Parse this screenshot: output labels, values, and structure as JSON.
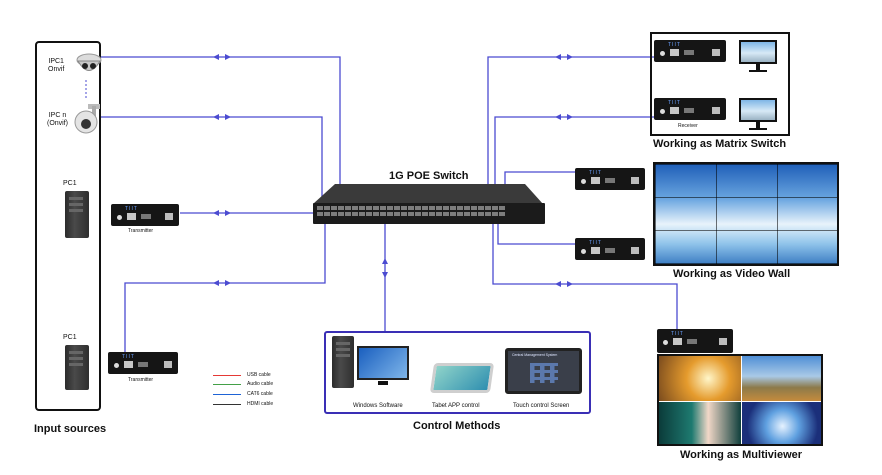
{
  "switch": {
    "title": "1G POE Switch"
  },
  "input": {
    "caption": "Input sources",
    "ipc1_label": "IPC1\nOnvif",
    "ipcn_label": "IPC n\n(Onvif)",
    "pc1_label": "PC1",
    "pc2_label": "PC1",
    "transmitter1": "Transmitter",
    "transmitter2": "Transmitter"
  },
  "legend": {
    "items": [
      {
        "label": "USB cable",
        "color": "#e53935"
      },
      {
        "label": "Audio cable",
        "color": "#43a047"
      },
      {
        "label": "CAT6 cable",
        "color": "#1e63d6"
      },
      {
        "label": "HDMI cable",
        "color": "#333333"
      }
    ]
  },
  "matrix": {
    "caption": "Working as Matrix Switch",
    "receiver": "Receiver"
  },
  "videowall": {
    "caption": "Working as Video Wall"
  },
  "multiviewer": {
    "caption": "Working as Multiviewer"
  },
  "control": {
    "caption": "Control Methods",
    "items": [
      {
        "label": "Windows Software"
      },
      {
        "label": "Tabet APP control"
      },
      {
        "label": "Touch control Screen"
      }
    ],
    "screen_title": "Central Management System"
  },
  "colors": {
    "link": "#4b4bd1",
    "frame": "#111111",
    "control_frame": "#3a2fb5"
  }
}
